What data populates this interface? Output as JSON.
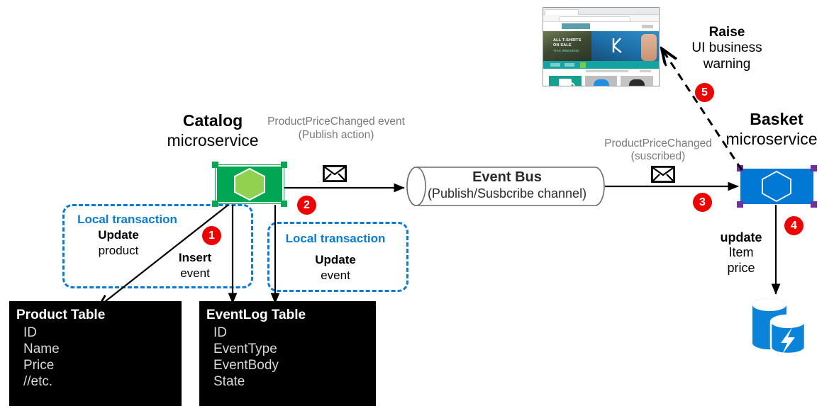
{
  "diagram": {
    "title": "Catalog/Basket microservices event-driven price update flow",
    "accent_red": "#ee0000",
    "accent_blue": "#0a7bd1",
    "catalog_green": "#00a651",
    "hex_green": "#92d050",
    "basket_blue": "#0078d4",
    "handle_purple": "#7030a0"
  },
  "catalog": {
    "title_bold": "Catalog",
    "title_regular": "microservice"
  },
  "basket": {
    "title_bold": "Basket",
    "title_regular": "microservice"
  },
  "event_bus": {
    "title": "Event Bus",
    "subtitle": "(Publish/Susbcribe channel)"
  },
  "labels": {
    "publish_line1": "ProductPriceChanged event",
    "publish_line2": "(Publish action)",
    "subscribe_line1": "ProductPriceChanged",
    "subscribe_line2": "(suscribed)",
    "raise_bold": "Raise",
    "raise_line2": "UI business",
    "raise_line3": "warning",
    "update_item_bold": "update",
    "update_item_line2": "Item",
    "update_item_line3": "price"
  },
  "transactions": [
    {
      "header": "Local transaction",
      "action_bold": "Update",
      "action_target": "product",
      "second_bold": "Insert",
      "second_target": "event"
    },
    {
      "header": "Local transaction",
      "action_bold": "Update",
      "action_target": "event"
    }
  ],
  "tables": [
    {
      "name": "Product Table",
      "columns": [
        "ID",
        "Name",
        "Price",
        "//etc."
      ]
    },
    {
      "name": "EventLog Table",
      "columns": [
        "ID",
        "EventType",
        "EventBody",
        "State"
      ]
    }
  ],
  "steps": [
    {
      "number": "1"
    },
    {
      "number": "2"
    },
    {
      "number": "3"
    },
    {
      "number": "4"
    },
    {
      "number": "5"
    }
  ],
  "icons": {
    "envelope_publish": "envelope-icon",
    "envelope_subscribe": "envelope-icon",
    "redis_cache": "azure-redis-cache-icon",
    "browser_thumbnail": "web-store-screenshot"
  },
  "browser": {
    "hero_line1": "ALL T-SHIRTS",
    "hero_line2": "ON SALE",
    "hero_line3": "THIS WEEKEND"
  }
}
